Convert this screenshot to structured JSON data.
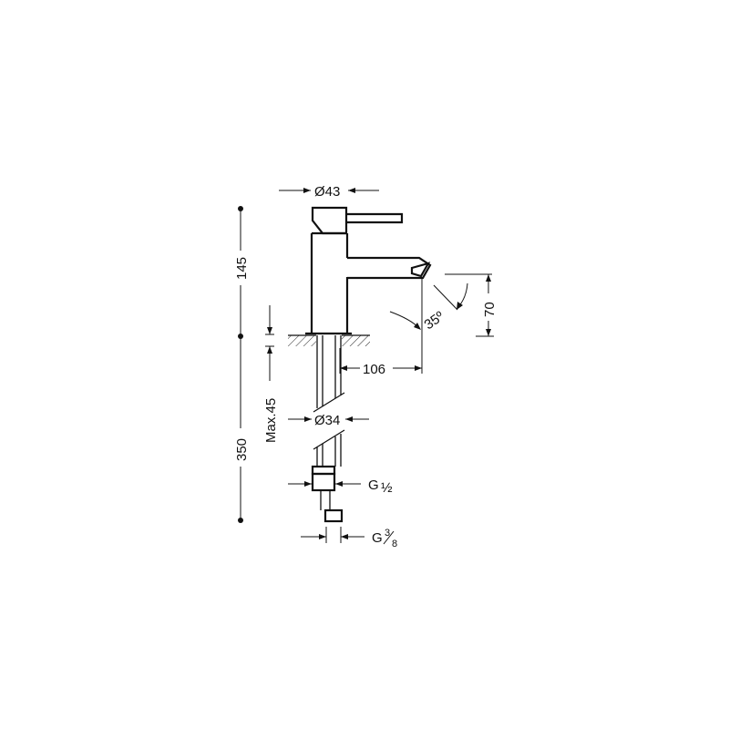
{
  "dimensions": {
    "body_diameter": "Ø43",
    "height": "145",
    "spout_offset": "106",
    "spout_height": "70",
    "spout_angle": "35º",
    "max_deck": "Max.45",
    "shank_diameter": "Ø34",
    "total_length": "350",
    "inlet_thread": "G",
    "inlet_thread_fraction": "½",
    "outlet_thread": "G",
    "outlet_thread_num": "3",
    "outlet_thread_den": "8"
  },
  "icons": {
    "dim_arrow": "arrow-head-icon",
    "dim_endpoint": "dot-endpoint-icon"
  }
}
